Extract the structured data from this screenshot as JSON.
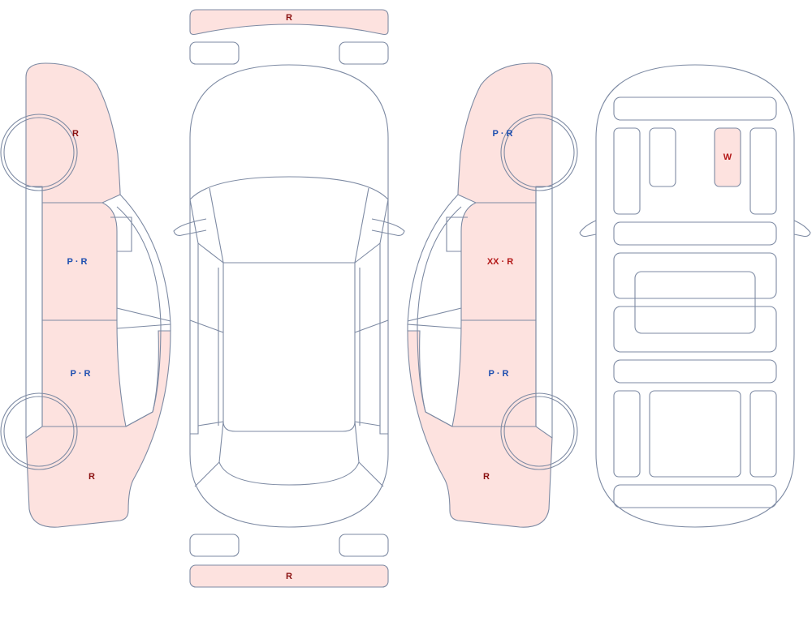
{
  "colors": {
    "outline": "#7d8aa3",
    "damaged_fill": "#fde2df",
    "blank_fill": "#ffffff",
    "code_red": "#b31818",
    "code_dark_red": "#8a1010",
    "code_blue": "#1f4fb0"
  },
  "labels": {
    "front_bumper": {
      "codes": [
        {
          "text": "R",
          "color": "dark_red"
        }
      ]
    },
    "rear_bumper": {
      "codes": [
        {
          "text": "R",
          "color": "dark_red"
        }
      ]
    },
    "left_front_fender": {
      "codes": [
        {
          "text": "R",
          "color": "dark_red"
        }
      ]
    },
    "left_front_door": {
      "codes": [
        {
          "text": "P",
          "color": "blue"
        },
        {
          "text": "·",
          "color": "blue"
        },
        {
          "text": "R",
          "color": "blue"
        }
      ]
    },
    "left_rear_door": {
      "codes": [
        {
          "text": "P",
          "color": "blue"
        },
        {
          "text": "·",
          "color": "blue"
        },
        {
          "text": "R",
          "color": "blue"
        }
      ]
    },
    "left_rear_quarter": {
      "codes": [
        {
          "text": "R",
          "color": "dark_red"
        }
      ]
    },
    "right_front_fender": {
      "codes": [
        {
          "text": "P",
          "color": "blue"
        },
        {
          "text": "·",
          "color": "blue"
        },
        {
          "text": "R",
          "color": "blue"
        }
      ]
    },
    "right_front_door": {
      "codes": [
        {
          "text": "XX",
          "color": "red"
        },
        {
          "text": "·",
          "color": "red"
        },
        {
          "text": "R",
          "color": "red"
        }
      ]
    },
    "right_rear_door": {
      "codes": [
        {
          "text": "P",
          "color": "blue"
        },
        {
          "text": "·",
          "color": "blue"
        },
        {
          "text": "R",
          "color": "blue"
        }
      ]
    },
    "right_rear_quarter": {
      "codes": [
        {
          "text": "R",
          "color": "dark_red"
        }
      ]
    },
    "frame_part": {
      "codes": [
        {
          "text": "W",
          "color": "red"
        }
      ]
    }
  }
}
